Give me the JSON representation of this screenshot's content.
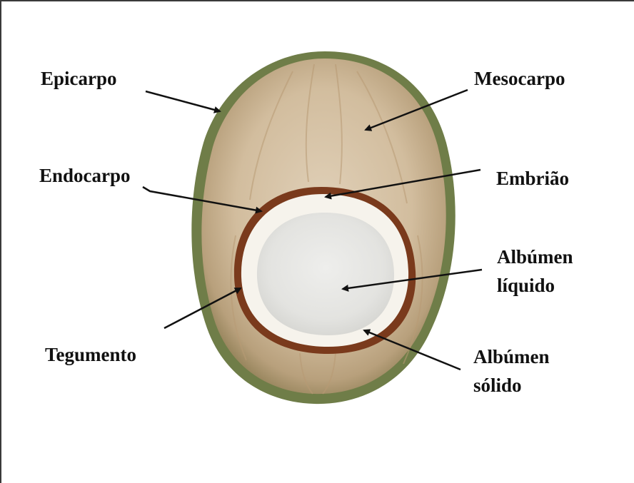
{
  "diagram": {
    "labels": {
      "epicarpo": "Epicarpo",
      "mesocarpo": "Mesocarpo",
      "endocarpo": "Endocarpo",
      "embriao": "Embrião",
      "albumen_liquido_line1": "Albúmen",
      "albumen_liquido_line2": "líquido",
      "tegumento": "Tegumento",
      "albumen_solido_line1": "Albúmen",
      "albumen_solido_line2": "sólido"
    },
    "colors": {
      "husk_outer": "#6f7d48",
      "husk_fibre": "#cdb89a",
      "endocarp": "#7a3a1c",
      "albumen": "#f6f3ec",
      "cavity": "#e6e6e3",
      "text": "#111111"
    }
  }
}
